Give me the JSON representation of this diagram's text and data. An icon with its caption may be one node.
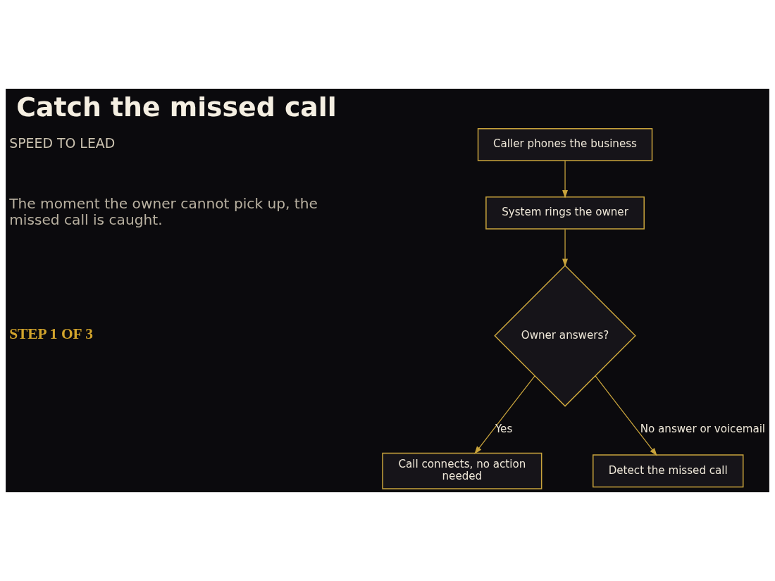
{
  "diagram": {
    "title": "Catch the missed call",
    "nodes": [
      {
        "text": [
          "Caller phones the business"
        ]
      },
      {
        "text": [
          "System rings the owner"
        ]
      },
      {
        "text": [
          "Owner answers?"
        ]
      },
      {
        "text": [
          "Call connects, no action needed"
        ]
      },
      {
        "text": [
          "Detect the missed call"
        ]
      }
    ],
    "edges": [
      {
        "from": 0,
        "to": 1,
        "arrow": "to"
      },
      {
        "from": 1,
        "to": 2,
        "arrow": "to"
      },
      {
        "from": 2,
        "to": 3,
        "arrow": "to",
        "label": "Yes"
      },
      {
        "from": 2,
        "to": 4,
        "arrow": "to",
        "label": "No answer or voicemail"
      }
    ],
    "labels": [
      "SPEED TO LEAD",
      "The moment the owner cannot pick up, the missed call is caught.",
      "STEP 1 OF 3"
    ]
  }
}
